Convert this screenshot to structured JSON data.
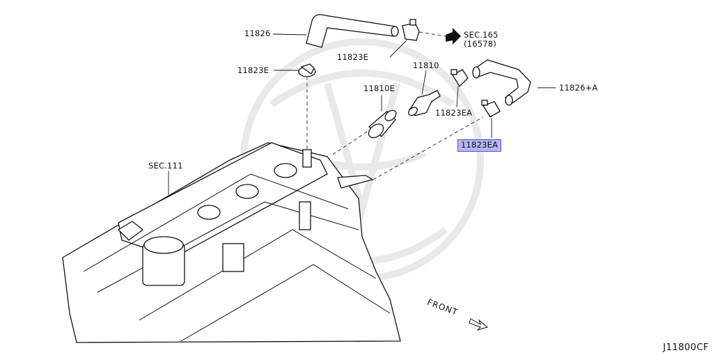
{
  "labels": {
    "hose_top": "11826",
    "clamp_top_right": "11823E",
    "clamp_top_left": "11823E",
    "sec165": "SEC.165",
    "sec165_ref": "(16578)",
    "valve": "11810",
    "grommet": "11810E",
    "clamp_ea_1": "11823EA",
    "clamp_ea_highlighted": "11823EA",
    "hose_a": "11826+A",
    "sec111": "SEC.111"
  },
  "front_label": "FRONT",
  "diagram_code": "J11800CF",
  "colors": {
    "highlight_fill": "#b7b4f2",
    "highlight_border": "#5a56c8",
    "watermark": "#e9e9e9"
  }
}
